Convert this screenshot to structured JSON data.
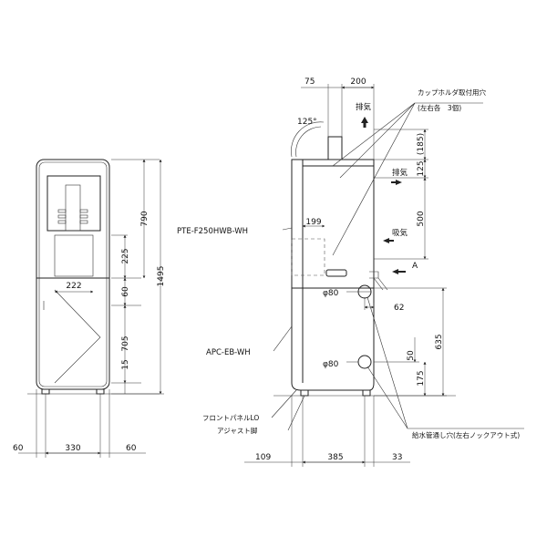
{
  "front_view": {
    "dims": {
      "d790": "790",
      "d1495": "1495",
      "d225": "225",
      "d222": "222",
      "d60_mid": "60",
      "d705": "705",
      "d15": "15",
      "d60_left": "60",
      "d330": "330",
      "d60_right": "60"
    }
  },
  "side_view": {
    "dims": {
      "d75": "75",
      "d200": "200",
      "d125_angle": "125°",
      "d185": "(185)",
      "d125": "125",
      "d500": "500",
      "d199": "199",
      "d80_top": "φ80",
      "d62": "62",
      "d635": "635",
      "d80_bottom": "φ80",
      "d50": "50",
      "d175": "175",
      "d109": "109",
      "d385": "385",
      "d33": "33"
    },
    "labels": {
      "cup_holder": "カップホルダ取付用穴",
      "cup_holder_qty": "(左右各　3個)",
      "exhaust_top": "排気",
      "exhaust_side": "排気",
      "intake": "吸気",
      "view_a": "A",
      "pte_model": "PTE-F250HWB-WH",
      "apc_model": "APC-EB-WH",
      "front_panel": "フロントパネルLO",
      "adjust_foot": "アジャスト脚",
      "water_hole": "給水管通し穴(左右ノックアウト式)"
    }
  }
}
